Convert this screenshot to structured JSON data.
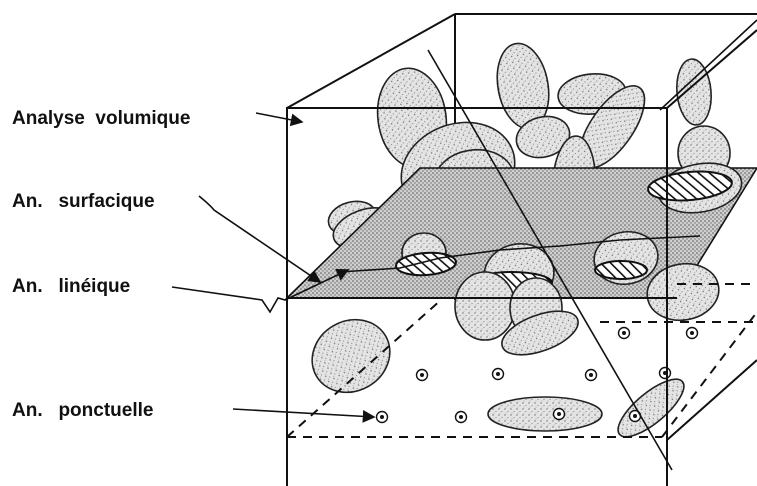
{
  "labels": {
    "volume": "Analyse  volumique",
    "surface": "An.   surfacique",
    "line": "An.   linéique",
    "point": "An.   ponctuelle"
  },
  "colors": {
    "ink": "#111111",
    "plane": "#bdbdbd",
    "particle": "#e2e2e2"
  }
}
